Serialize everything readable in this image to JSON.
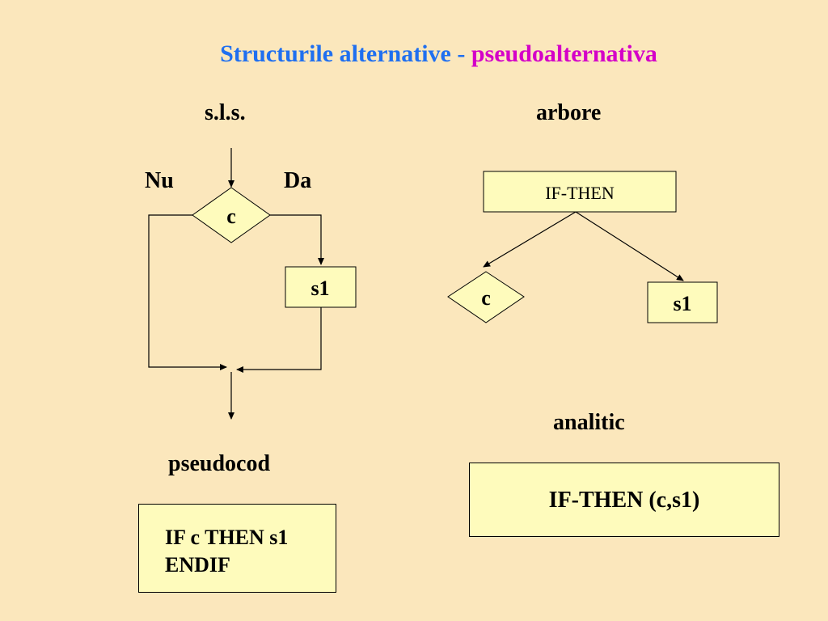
{
  "title": {
    "part1": "Structurile alternative - ",
    "part2": "pseudoalternativa",
    "part1_color": "#1f6ff0",
    "part2_color": "#d400c8"
  },
  "flowchart": {
    "heading": "s.l.s.",
    "no_label": "Nu",
    "yes_label": "Da",
    "condition": "c",
    "statement": "s1"
  },
  "tree": {
    "heading": "arbore",
    "root": "IF-THEN",
    "left_child": "c",
    "right_child": "s1"
  },
  "pseudocode": {
    "heading": "pseudocod",
    "line1": "IF c THEN s1",
    "line2": "ENDIF"
  },
  "analytic": {
    "heading": "analitic",
    "expression": "IF-THEN (c,s1)"
  },
  "colors": {
    "background": "#fbe7bc",
    "box_fill": "#fefbbc"
  }
}
